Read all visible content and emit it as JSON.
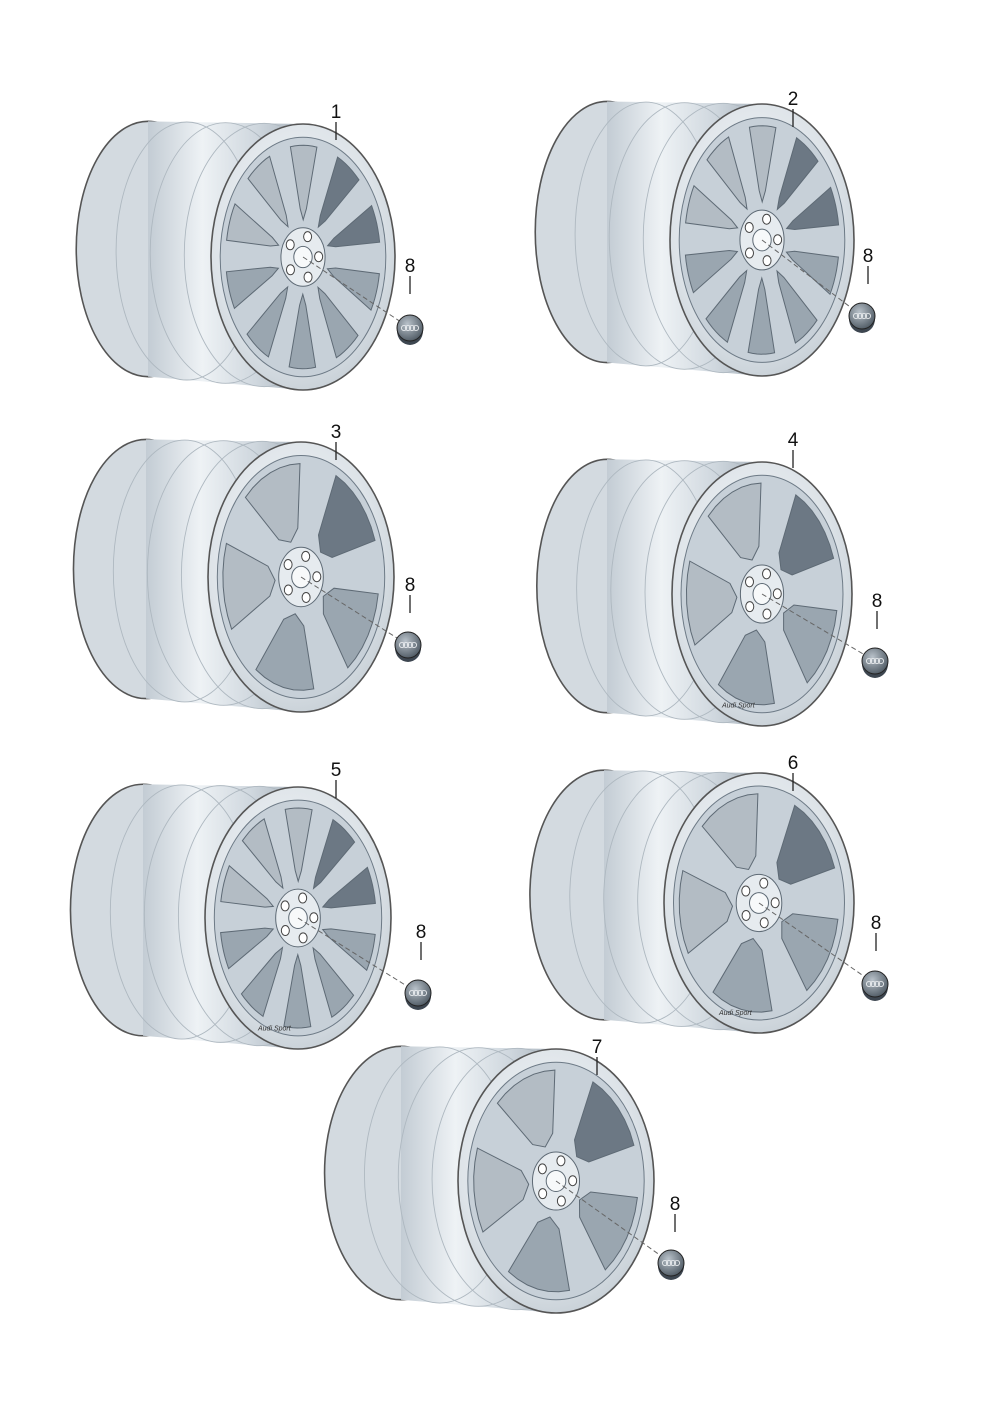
{
  "diagram": {
    "parts": [
      {
        "callout": "1",
        "cap_callout": "8"
      },
      {
        "callout": "2",
        "cap_callout": "8"
      },
      {
        "callout": "3",
        "cap_callout": "8"
      },
      {
        "callout": "4",
        "cap_callout": "8",
        "rim_text": "Audi Sport"
      },
      {
        "callout": "5",
        "cap_callout": "8",
        "rim_text": "Audi Sport"
      },
      {
        "callout": "6",
        "cap_callout": "8",
        "rim_text": "Audi Sport"
      },
      {
        "callout": "7",
        "cap_callout": "8"
      }
    ],
    "colors": {
      "rim_light": "#e9eef3",
      "rim_mid": "#c7d0d8",
      "rim_dark": "#8f9ba6",
      "window": "#9aa6b0",
      "window_dark": "#6c7884",
      "outline": "#555555"
    }
  }
}
